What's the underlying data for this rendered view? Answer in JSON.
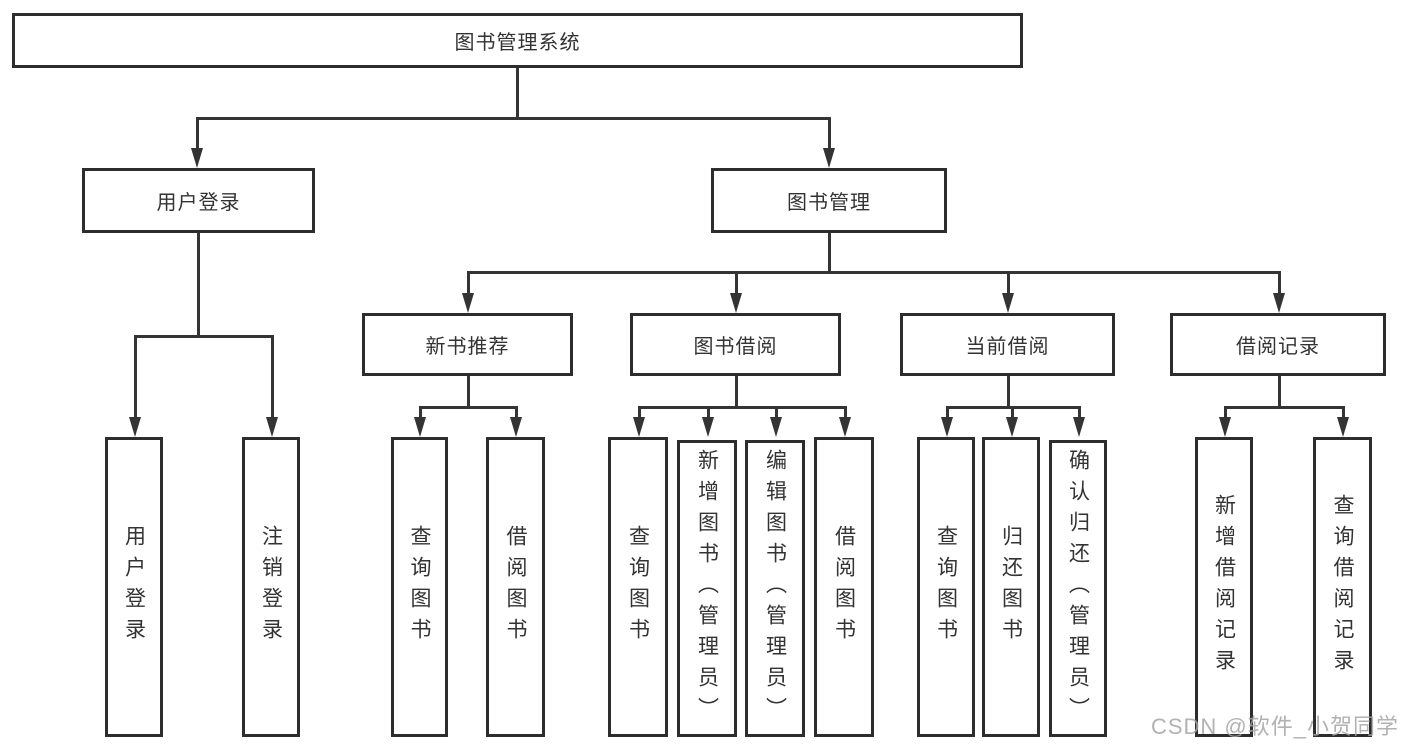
{
  "diagram": {
    "type": "hierarchy-tree",
    "root": {
      "label": "图书管理系统"
    },
    "branches": [
      {
        "label": "用户登录",
        "leaves": [
          {
            "label": "用户登录"
          },
          {
            "label": "注销登录"
          }
        ]
      },
      {
        "label": "图书管理"
      }
    ],
    "sections": [
      {
        "label": "新书推荐",
        "leaves": [
          {
            "label": "查询图书"
          },
          {
            "label": "借阅图书"
          }
        ]
      },
      {
        "label": "图书借阅",
        "leaves": [
          {
            "label": "查询图书"
          },
          {
            "label": "新增图书（管理员）"
          },
          {
            "label": "编辑图书（管理员）"
          },
          {
            "label": "借阅图书"
          }
        ]
      },
      {
        "label": "当前借阅",
        "leaves": [
          {
            "label": "查询图书"
          },
          {
            "label": "归还图书"
          },
          {
            "label": "确认归还（管理员）"
          }
        ]
      },
      {
        "label": "借阅记录",
        "leaves": [
          {
            "label": "新增借阅记录"
          },
          {
            "label": "查询借阅记录"
          }
        ]
      }
    ]
  },
  "watermark": {
    "text": "CSDN @软件_小贺同学"
  },
  "colors": {
    "line": "#343434",
    "box_border": "#2d2d2d",
    "box_background": "#ffffff",
    "text": "#333333",
    "watermark": "#a5a5a5"
  }
}
